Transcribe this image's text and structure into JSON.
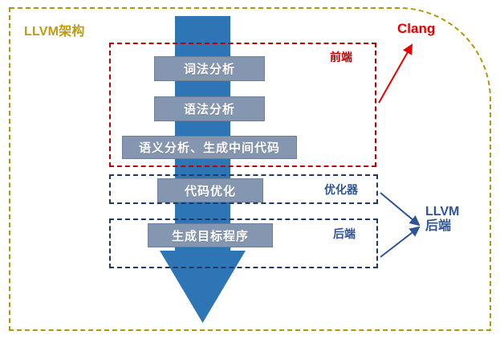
{
  "diagram": {
    "outer_boundary_label": "LLVM架构",
    "stages": [
      {
        "id": "lexical-analysis",
        "label": "词法分析"
      },
      {
        "id": "syntax-analysis",
        "label": "语法分析"
      },
      {
        "id": "semantic-analysis-ir",
        "label": "语义分析、生成中间代码"
      },
      {
        "id": "code-optimization",
        "label": "代码优化"
      },
      {
        "id": "target-code-generation",
        "label": "生成目标程序"
      }
    ],
    "groups": [
      {
        "id": "frontend",
        "label": "前端"
      },
      {
        "id": "optimizer",
        "label": "优化器"
      },
      {
        "id": "backend",
        "label": "后端"
      }
    ],
    "callouts": [
      {
        "id": "clang",
        "label": "Clang"
      },
      {
        "id": "llvm-backend",
        "line1": "LLVM",
        "line2": "后端"
      }
    ],
    "colors": {
      "outer_boundary": "#b5960b",
      "frontend_group": "#c00000",
      "optimizer_group": "#1f3864",
      "backend_group": "#1f3864",
      "stage_fill": "#8496b0",
      "arrow_fill": "#2e75b6",
      "clang_text": "#e60000",
      "llvm_text": "#2e5496"
    }
  }
}
